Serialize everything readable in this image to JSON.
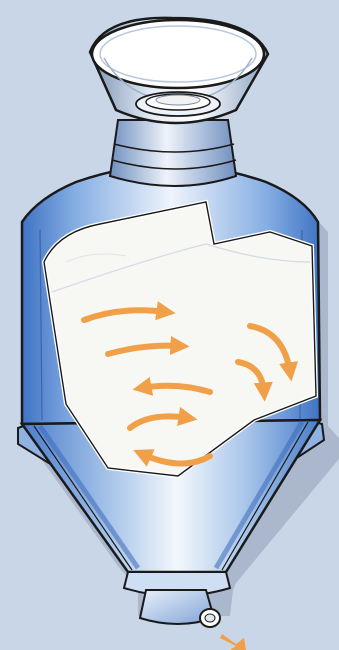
{
  "diagram": {
    "subject": "silo-with-mixing-flow",
    "colors": {
      "background": "#c9d6e8",
      "vessel_light": "#f3f7fc",
      "vessel_mid": "#a9c6ea",
      "vessel_dark": "#3f73c4",
      "outline": "#1a1a1a",
      "powder": "#f7f7f4",
      "flow_arrow": "#f0a048"
    },
    "parts": [
      "inlet-funnel",
      "upper-collar",
      "cylindrical-body",
      "conical-hopper",
      "support-legs",
      "discharge-outlet",
      "bulk-material",
      "flow-arrows",
      "discharge-arrow"
    ],
    "flow_arrow_count": 8,
    "flow_arrow_icon": "curved-arrow-icon"
  }
}
